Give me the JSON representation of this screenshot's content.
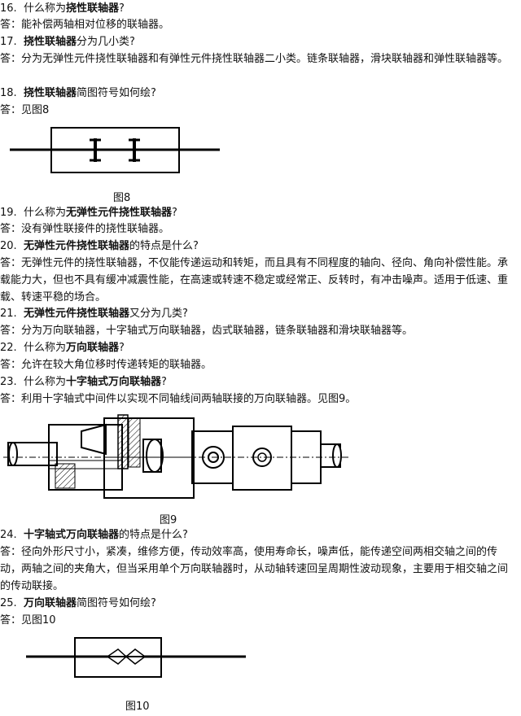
{
  "items": [
    {
      "num": "16.",
      "pre": "什么称为",
      "bold": "挠性联轴器",
      "post": "?"
    },
    {
      "ans": "答：能补偿两轴相对位移的联轴器。"
    },
    {
      "num": "17.",
      "pre": "",
      "bold": "挠性联轴器",
      "post": "分为几小类?"
    },
    {
      "ans": "答：分为无弹性元件挠性联轴器和有弹性元件挠性联轴器二小类。链条联轴器，滑块联轴器和弹性联轴器等。"
    },
    {
      "num": "18.",
      "pre": "",
      "bold": "挠性联轴器",
      "post": "简图符号如何绘?"
    },
    {
      "ans": "答：见图8"
    },
    {
      "caption": "图8"
    },
    {
      "num": "19.",
      "pre": "什么称为",
      "bold": "无弹性元件挠性联轴器",
      "post": "?"
    },
    {
      "ans": "答：没有弹性联接件的挠性联轴器。"
    },
    {
      "num": "20.",
      "pre": "",
      "bold": "无弹性元件挠性联轴器",
      "post": "的特点是什么?"
    },
    {
      "ans": "答：无弹性元件的挠性联轴器，不仅能传递运动和转矩，而且具有不同程度的轴向、径向、角向补偿性能。承载能力大，但也不具有缓冲减震性能，在高速或转速不稳定或经常正、反转时，有冲击噪声。适用于低速、重载、转速平稳的场合。"
    },
    {
      "num": "21.",
      "pre": "",
      "bold": "无弹性元件挠性联轴器",
      "post": "又分为几类?"
    },
    {
      "ans": "答：分为万向联轴器，十字轴式万向联轴器，齿式联轴器，链条联轴器和滑块联轴器等。"
    },
    {
      "num": "22.",
      "pre": "什么称为",
      "bold": "万向联轴器",
      "post": "?"
    },
    {
      "ans": "答：允许在较大角位移时传递转矩的联轴器。"
    },
    {
      "num": "23.",
      "pre": "什么称为",
      "bold": "十字轴式万向联轴器",
      "post": "?"
    },
    {
      "ans": "答：利用十字轴式中间件以实现不同轴线间两轴联接的万向联轴器。见图9。"
    },
    {
      "caption": "图9"
    },
    {
      "num": "24.",
      "pre": "",
      "bold": "十字轴式万向联轴器",
      "post": "的特点是什么?"
    },
    {
      "ans": "答：径向外形尺寸小，紧凑，维修方便，传动效率高，使用寿命长，噪声低，能传递空间两相交轴之间的传动，两轴之间的夹角大，但当采用单个万向联轴器时，从动轴转速回呈周期性波动现象，主要用于相交轴之间的传动联接。"
    },
    {
      "num": "25.",
      "pre": "",
      "bold": "万向联轴器",
      "post": "简图符号如何绘?"
    },
    {
      "ans": "答：见图10"
    },
    {
      "caption": "图10"
    }
  ]
}
